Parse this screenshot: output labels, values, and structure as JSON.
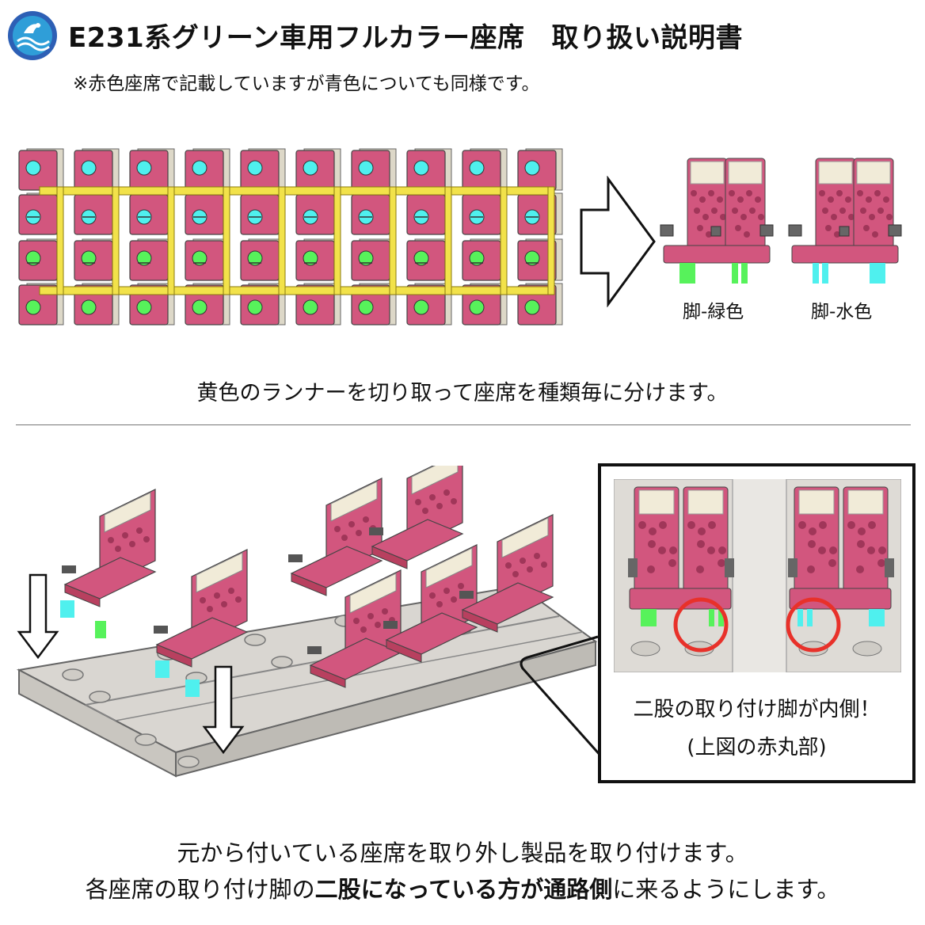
{
  "header": {
    "title_part1": "E231系グリーン車用フルカラー座席",
    "title_part2": "取り扱い説明書",
    "subtitle": "※赤色座席で記載していますが青色についても同様です。"
  },
  "colors": {
    "seat_red": "#d2567e",
    "seat_pattern": "#8a2a4a",
    "headrest": "#f1ebd8",
    "runner_yellow": "#f2e24a",
    "leg_green": "#57f25b",
    "leg_cyan": "#4ff0ee",
    "floor": "#d9d6d1",
    "circle_red": "#e8312a"
  },
  "section1": {
    "leg_green_label": "脚-緑色",
    "leg_blue_label": "脚-水色",
    "caption": "黄色のランナーを切り取って座席を種類毎に分けます。"
  },
  "section2": {
    "detail_line1": "二股の取り付け脚が内側！",
    "detail_line2": "(上図の赤丸部)",
    "bottom_line1": "元から付いている座席を取り外し製品を取り付けます。",
    "bottom_line2_a": "各座席の取り付け脚の",
    "bottom_line2_b": "二股になっている方が通路側",
    "bottom_line2_c": "に来るようにします。"
  }
}
